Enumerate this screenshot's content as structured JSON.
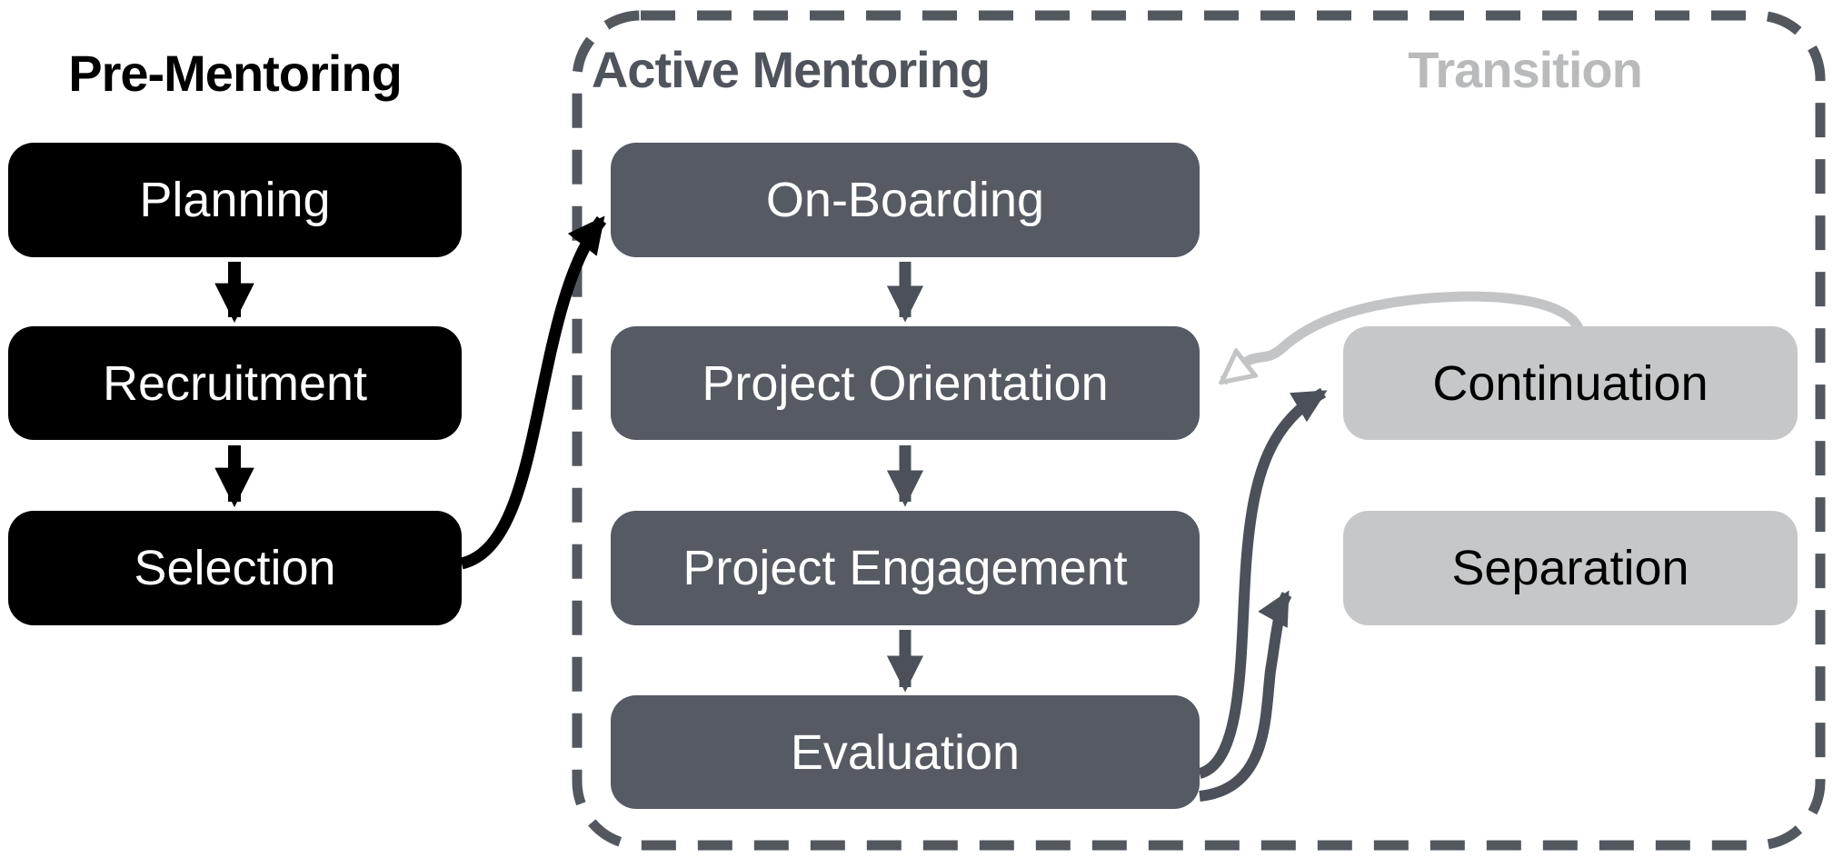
{
  "diagram": {
    "sections": {
      "pre_mentoring": {
        "title": "Pre-Mentoring"
      },
      "active_mentoring": {
        "title": "Active Mentoring"
      },
      "transition": {
        "title": "Transition"
      }
    },
    "nodes": {
      "planning": {
        "label": "Planning",
        "section": "pre_mentoring"
      },
      "recruitment": {
        "label": "Recruitment",
        "section": "pre_mentoring"
      },
      "selection": {
        "label": "Selection",
        "section": "pre_mentoring"
      },
      "onboarding": {
        "label": "On-Boarding",
        "section": "active_mentoring"
      },
      "project_orientation": {
        "label": "Project Orientation",
        "section": "active_mentoring"
      },
      "project_engagement": {
        "label": "Project Engagement",
        "section": "active_mentoring"
      },
      "evaluation": {
        "label": "Evaluation",
        "section": "active_mentoring"
      },
      "continuation": {
        "label": "Continuation",
        "section": "transition"
      },
      "separation": {
        "label": "Separation",
        "section": "transition"
      }
    },
    "edges": [
      {
        "from": "planning",
        "to": "recruitment",
        "style": "straight",
        "color": "#000000"
      },
      {
        "from": "recruitment",
        "to": "selection",
        "style": "straight",
        "color": "#000000"
      },
      {
        "from": "selection",
        "to": "onboarding",
        "style": "curved",
        "color": "#000000"
      },
      {
        "from": "onboarding",
        "to": "project_orientation",
        "style": "straight",
        "color": "#4b5059"
      },
      {
        "from": "project_orientation",
        "to": "project_engagement",
        "style": "straight",
        "color": "#4b5059"
      },
      {
        "from": "project_engagement",
        "to": "evaluation",
        "style": "straight",
        "color": "#4b5059"
      },
      {
        "from": "evaluation",
        "to": "continuation",
        "style": "curved",
        "color": "#4b5059"
      },
      {
        "from": "evaluation",
        "to": "separation",
        "style": "curved",
        "color": "#4b5059"
      },
      {
        "from": "continuation",
        "to": "project_orientation",
        "style": "curved-open-head",
        "color": "#c3c4c5"
      }
    ],
    "colors": {
      "pre_mentoring_box_fill": "#000000",
      "pre_mentoring_box_text": "#ffffff",
      "active_mentoring_box_fill": "#555a63",
      "active_mentoring_box_text": "#ffffff",
      "transition_box_fill": "#c6c7c8",
      "transition_box_text": "#000000",
      "pre_mentoring_title": "#000000",
      "active_mentoring_title": "#4f545c",
      "transition_title": "#b9babb",
      "dashed_boundary": "#53585f",
      "black_arrow": "#000000",
      "dark_arrow": "#4b5059",
      "gray_arrow": "#c3c4c5"
    }
  }
}
